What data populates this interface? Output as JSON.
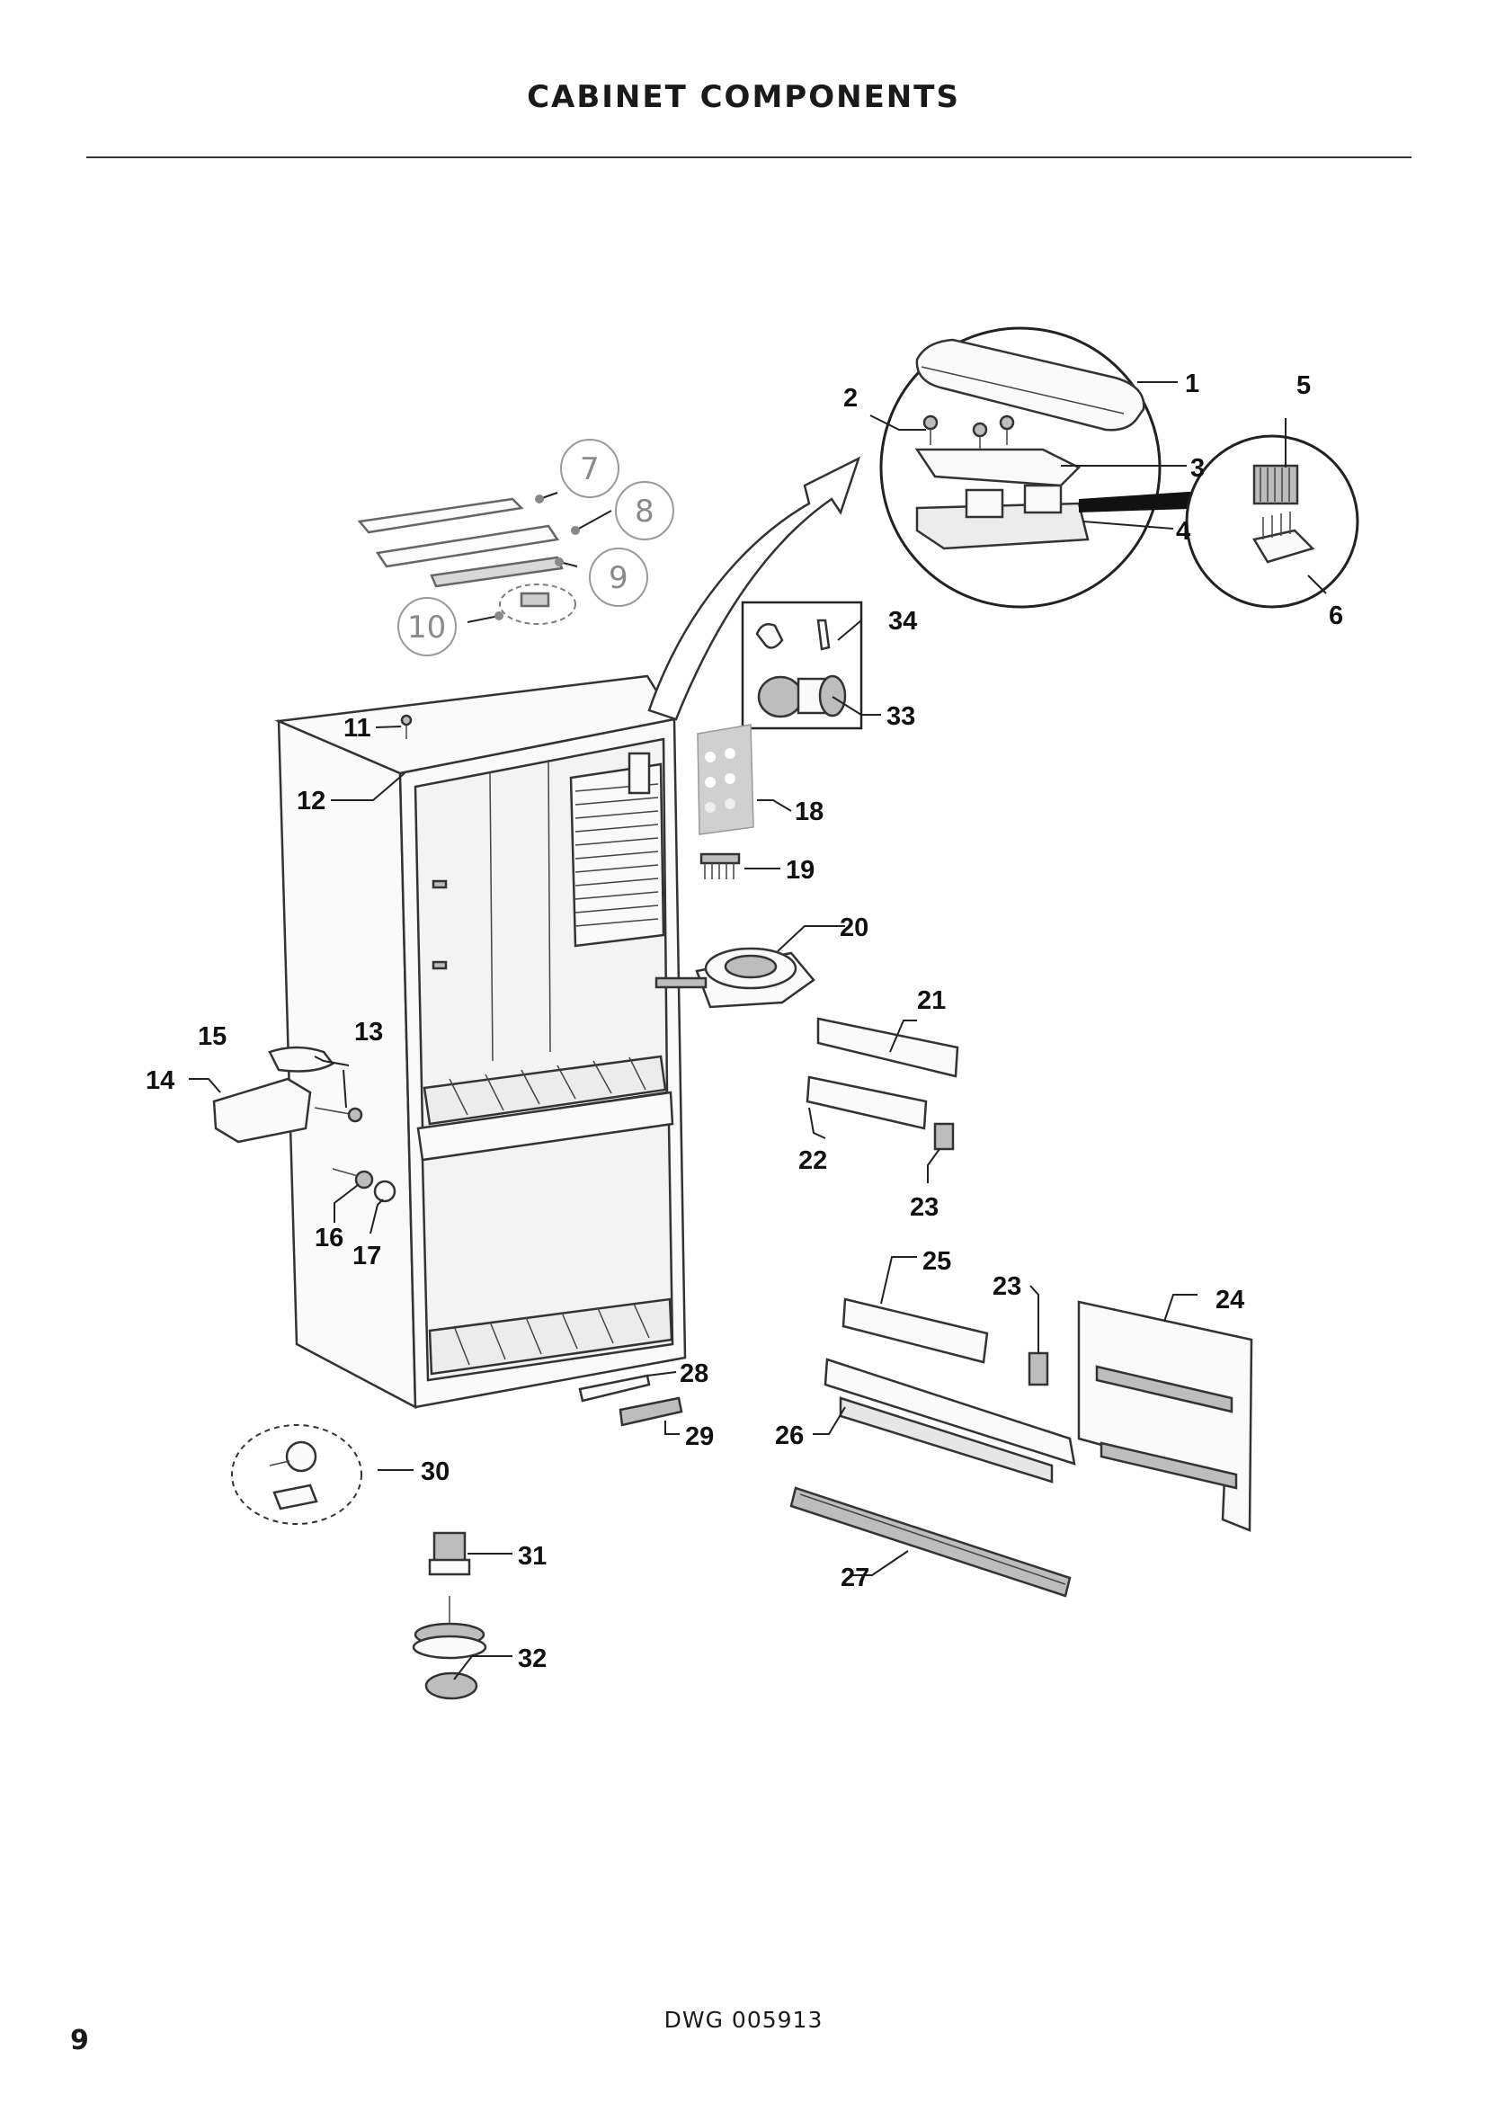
{
  "page": {
    "title": "CABINET COMPONENTS",
    "drawing_number": "DWG 005913",
    "page_number": "9"
  },
  "callouts": {
    "c1": "1",
    "c2": "2",
    "c3": "3",
    "c4": "4",
    "c5": "5",
    "c6": "6",
    "c7": "7",
    "c8": "8",
    "c9": "9",
    "c10": "10",
    "c11": "11",
    "c12": "12",
    "c13": "13",
    "c14": "14",
    "c15": "15",
    "c16": "16",
    "c17": "17",
    "c18": "18",
    "c19": "19",
    "c20": "20",
    "c21": "21",
    "c22": "22",
    "c23a": "23",
    "c23b": "23",
    "c24": "24",
    "c25": "25",
    "c26": "26",
    "c27": "27",
    "c28": "28",
    "c29": "29",
    "c30": "30",
    "c31": "31",
    "c32": "32",
    "c33": "33",
    "c34": "34"
  }
}
